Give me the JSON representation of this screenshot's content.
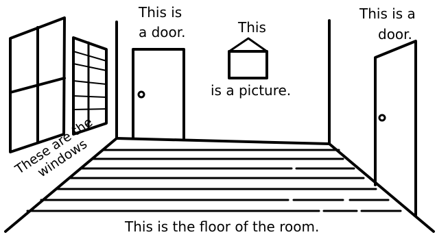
{
  "labels": {
    "door_left_line1": "This is",
    "door_left_line2": "a door.",
    "picture_top": "This",
    "picture_bottom": "is a picture.",
    "door_right_line1": "This is a",
    "door_right_line2": "door.",
    "windows_line1": "These are the",
    "windows_line2": "windows",
    "floor": "This is the floor of the room."
  }
}
